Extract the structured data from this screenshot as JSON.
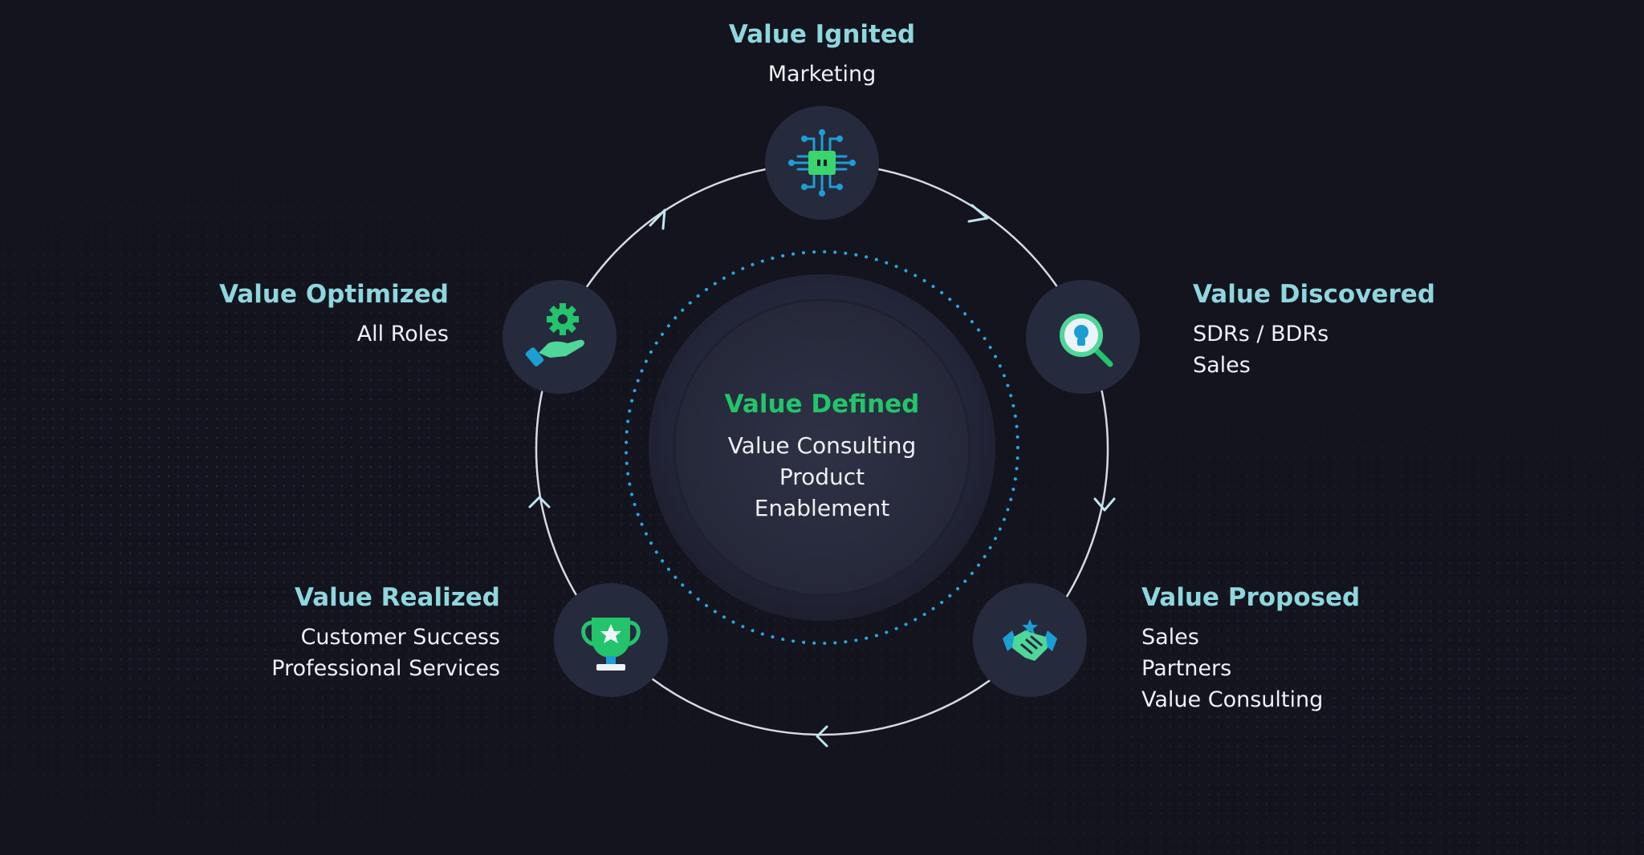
{
  "colors": {
    "background": "#13141d",
    "node_fill": "#262a3d",
    "title_teal": "#8fd6de",
    "center_green": "#23c46c",
    "ring": "#d7dae3",
    "dots_blue": "#29a6e0"
  },
  "center": {
    "title": "Value Defined",
    "lines": [
      "Value Consulting",
      "Product",
      "Enablement"
    ]
  },
  "stages": [
    {
      "icon": "chip-icon",
      "title": "Value Ignited",
      "lines": [
        "Marketing"
      ]
    },
    {
      "icon": "magnifier-lightbulb-icon",
      "title": "Value Discovered",
      "lines": [
        "SDRs / BDRs",
        "Sales"
      ]
    },
    {
      "icon": "handshake-icon",
      "title": "Value Proposed",
      "lines": [
        "Sales",
        "Partners",
        "Value Consulting"
      ]
    },
    {
      "icon": "trophy-icon",
      "title": "Value Realized",
      "lines": [
        "Customer Success",
        "Professional Services"
      ]
    },
    {
      "icon": "hand-gear-icon",
      "title": "Value Optimized",
      "lines": [
        "All Roles"
      ]
    }
  ]
}
